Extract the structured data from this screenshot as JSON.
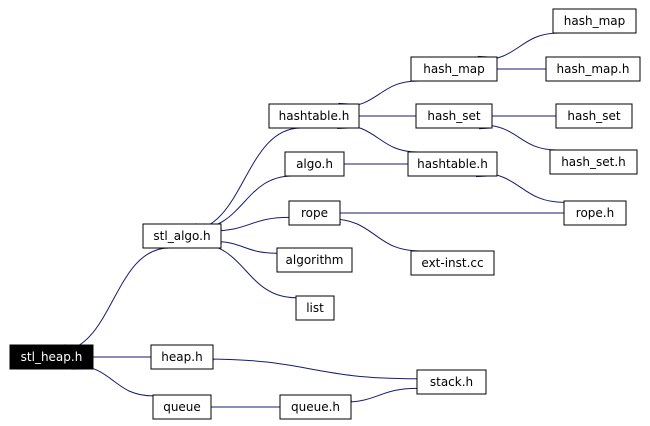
{
  "graph": {
    "colors": {
      "edge": "#191970",
      "root_fill": "#000000",
      "root_text": "#ffffff",
      "node_fill": "#ffffff",
      "node_border": "#000000"
    },
    "nodes": {
      "stl_heap": "stl_heap.h",
      "stl_algo": "stl_algo.h",
      "heap": "heap.h",
      "queue": "queue",
      "queue_h": "queue.h",
      "stack_h": "stack.h",
      "hashtable": "hashtable.h",
      "algo_h": "algo.h",
      "rope": "rope",
      "algorithm": "algorithm",
      "list": "list",
      "hash_map": "hash_map",
      "hash_set": "hash_set",
      "hashtable_h2": "hashtable.h",
      "ext_inst": "ext-inst.cc",
      "hash_map_leaf": "hash_map",
      "hash_map_h": "hash_map.h",
      "hash_set_leaf": "hash_set",
      "hash_set_h": "hash_set.h",
      "rope_h": "rope.h"
    },
    "edges": [
      {
        "from": "stl_algo",
        "to": "stl_heap"
      },
      {
        "from": "heap",
        "to": "stl_heap"
      },
      {
        "from": "queue",
        "to": "stl_heap"
      },
      {
        "from": "hashtable",
        "to": "stl_algo"
      },
      {
        "from": "algo_h",
        "to": "stl_algo"
      },
      {
        "from": "rope",
        "to": "stl_algo"
      },
      {
        "from": "algorithm",
        "to": "stl_algo"
      },
      {
        "from": "list",
        "to": "stl_algo"
      },
      {
        "from": "stack_h",
        "to": "heap"
      },
      {
        "from": "queue_h",
        "to": "queue"
      },
      {
        "from": "stack_h",
        "to": "queue_h"
      },
      {
        "from": "hash_map",
        "to": "hashtable"
      },
      {
        "from": "hash_set",
        "to": "hashtable"
      },
      {
        "from": "hashtable_h2",
        "to": "hashtable"
      },
      {
        "from": "hashtable_h2",
        "to": "algo_h"
      },
      {
        "from": "rope_h",
        "to": "rope"
      },
      {
        "from": "ext_inst",
        "to": "rope"
      },
      {
        "from": "hash_map_leaf",
        "to": "hash_map"
      },
      {
        "from": "hash_map_h",
        "to": "hash_map"
      },
      {
        "from": "hash_set_leaf",
        "to": "hash_set"
      },
      {
        "from": "hash_set_h",
        "to": "hash_set"
      },
      {
        "from": "rope_h",
        "to": "hashtable_h2"
      }
    ]
  }
}
